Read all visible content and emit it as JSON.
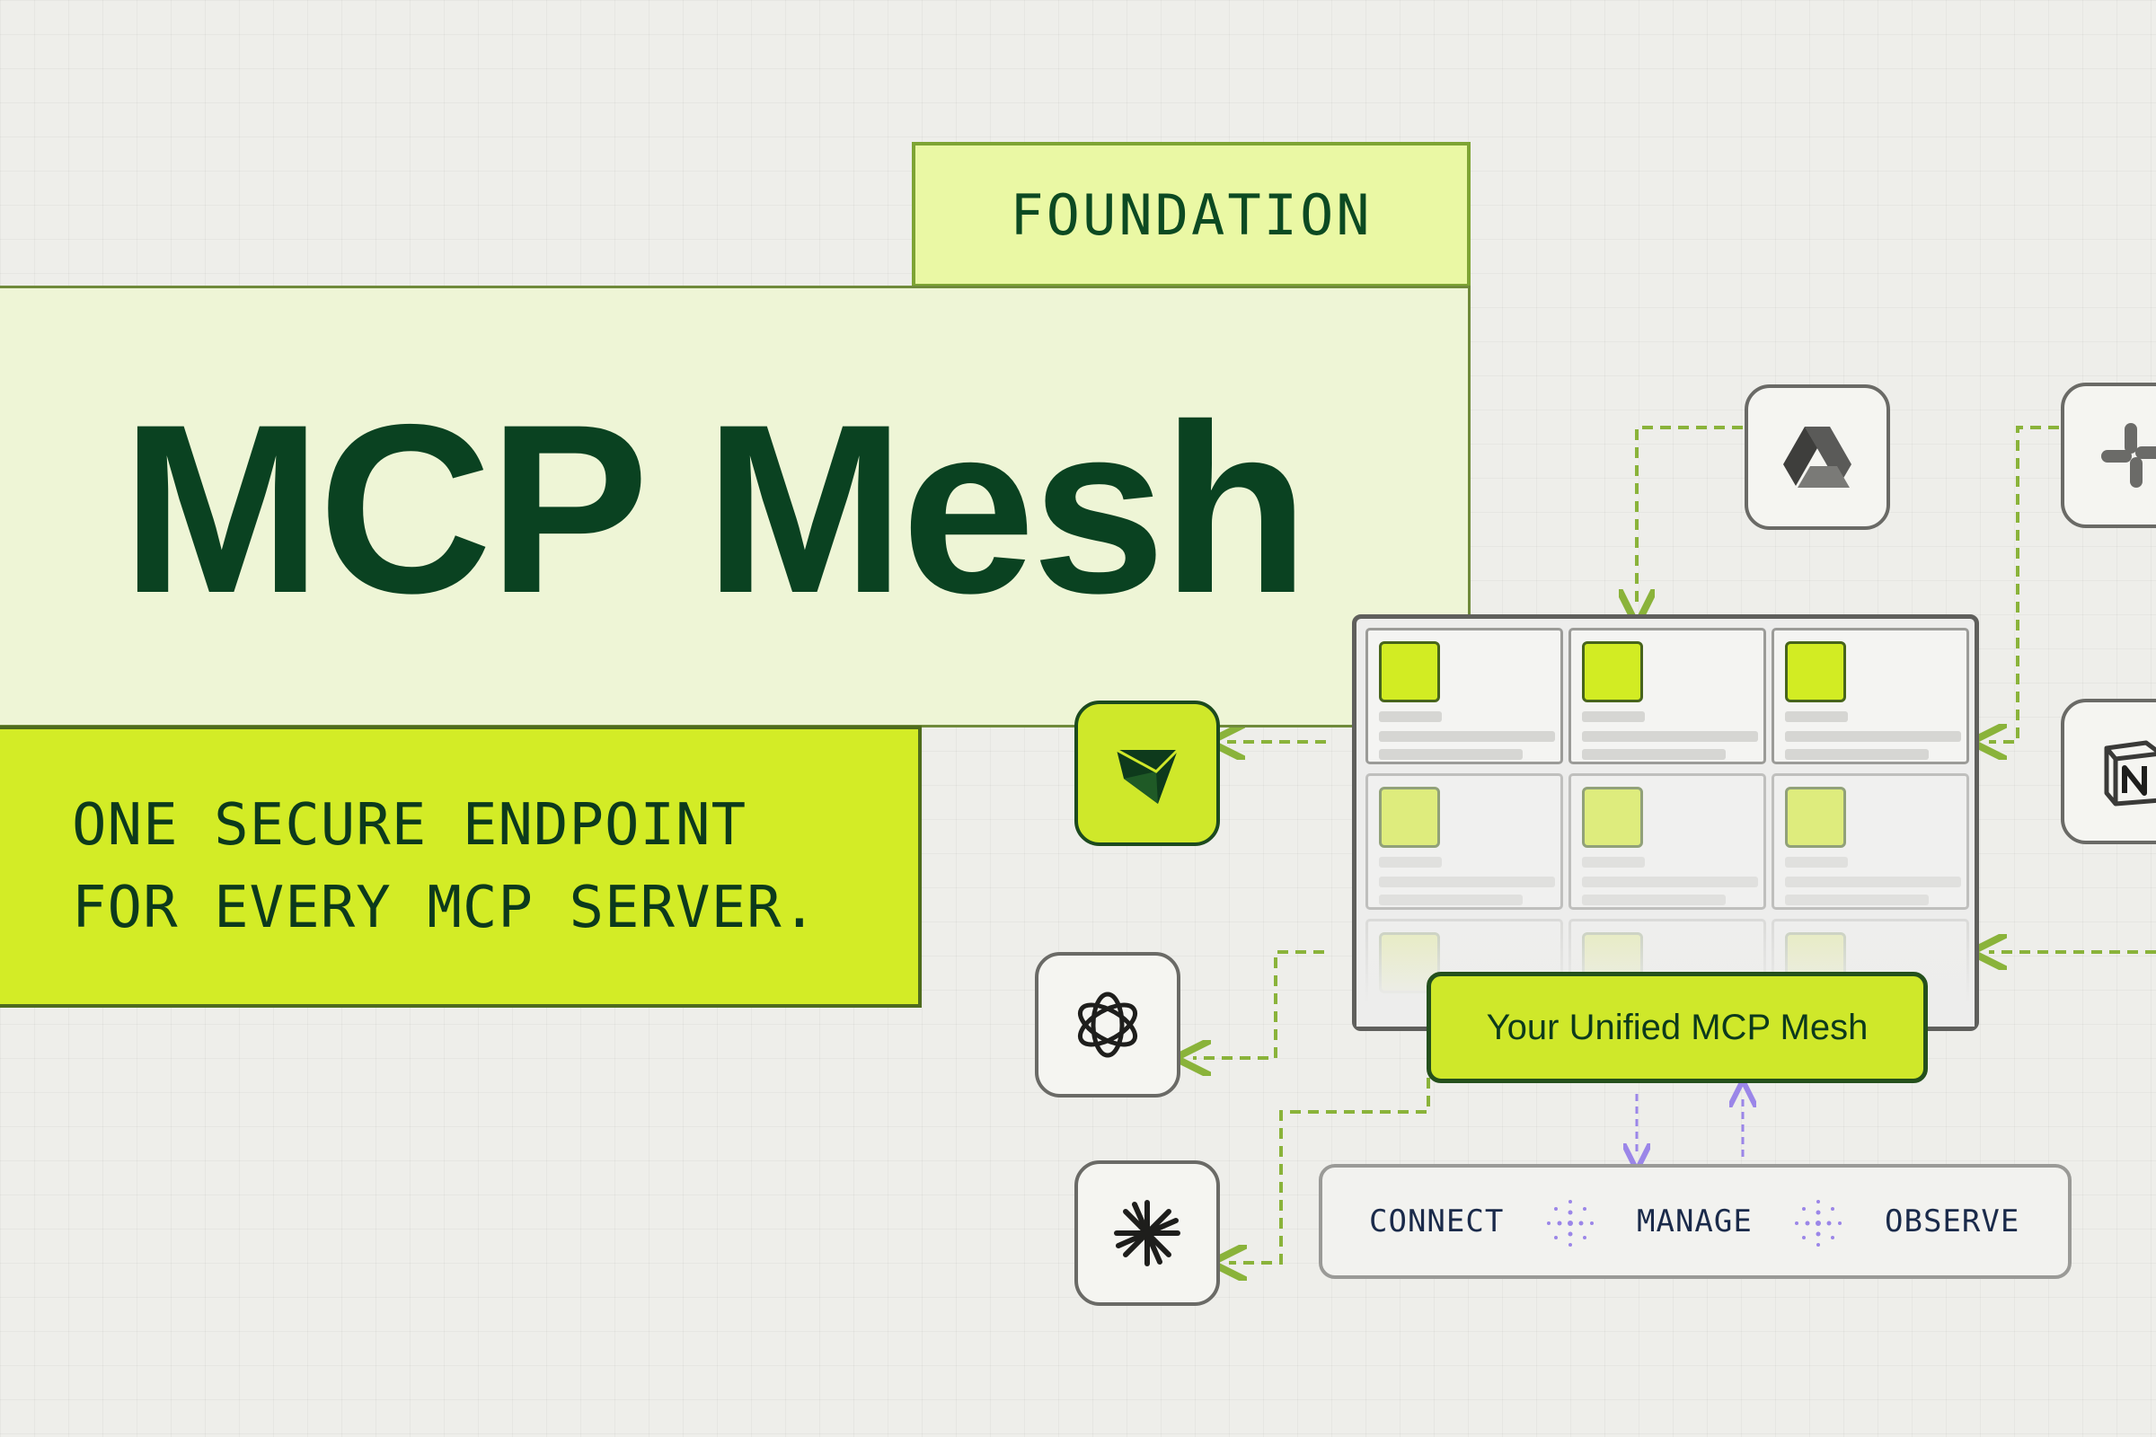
{
  "badge": {
    "label": "FOUNDATION"
  },
  "hero": {
    "title": "MCP Mesh",
    "subtitle_line1": "ONE SECURE ENDPOINT",
    "subtitle_line2": "FOR EVERY MCP SERVER."
  },
  "mesh": {
    "label": "Your Unified MCP Mesh"
  },
  "actions": {
    "connect": "CONNECT",
    "manage": "MANAGE",
    "observe": "OBSERVE"
  },
  "icons": [
    "google-drive-icon",
    "slack-icon",
    "notion-icon",
    "cube-icon",
    "openai-icon",
    "claude-icon",
    "sparkle-icon"
  ],
  "colors": {
    "accent_lime": "#d3ec26",
    "pale_lime": "#eaf8a4",
    "title_green": "#0a4221",
    "connector": "#8ab33a",
    "arrow_purple": "#9b86e8"
  }
}
